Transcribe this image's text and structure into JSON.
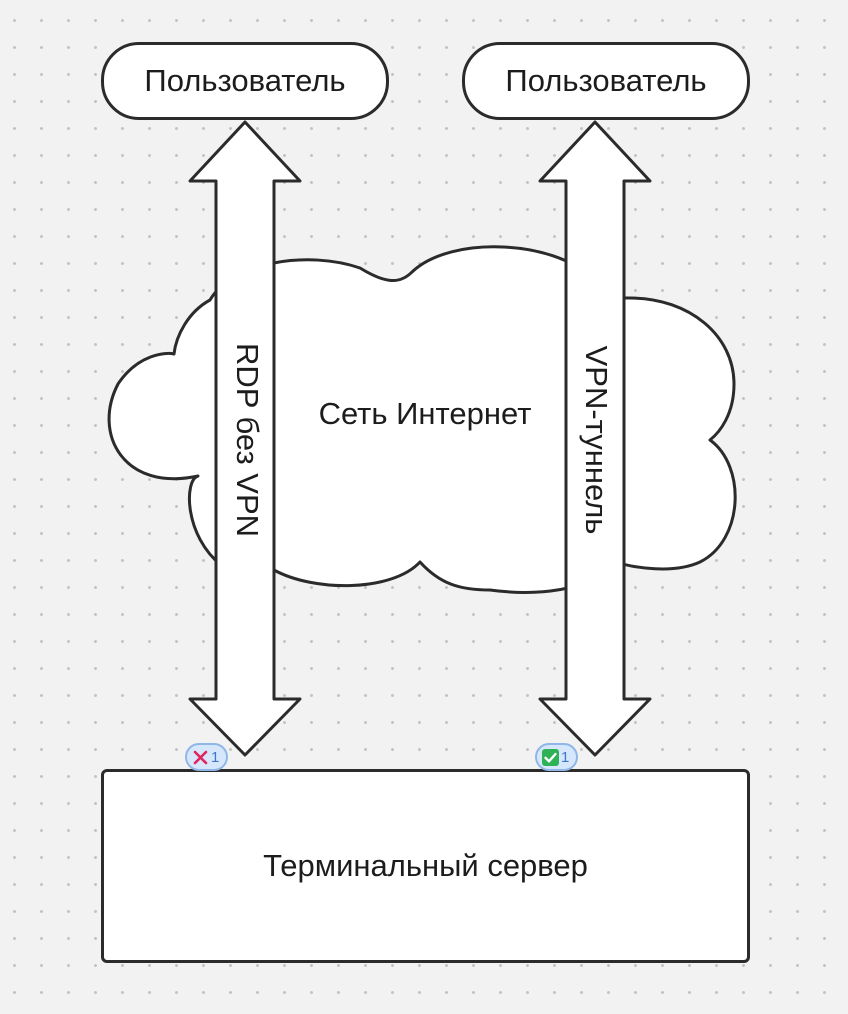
{
  "diagram": {
    "users": [
      {
        "label": "Пользователь"
      },
      {
        "label": "Пользователь"
      }
    ],
    "cloud": {
      "label": "Сеть Интернет"
    },
    "connections": [
      {
        "label": "RDP без VPN",
        "badge": {
          "icon": "cross-icon",
          "count": "1",
          "color": "#e0245e"
        }
      },
      {
        "label": "VPN-туннель",
        "badge": {
          "icon": "checkmark-icon",
          "count": "1",
          "color": "#2fb155"
        }
      }
    ],
    "server": {
      "label": "Терминальный сервер"
    }
  }
}
